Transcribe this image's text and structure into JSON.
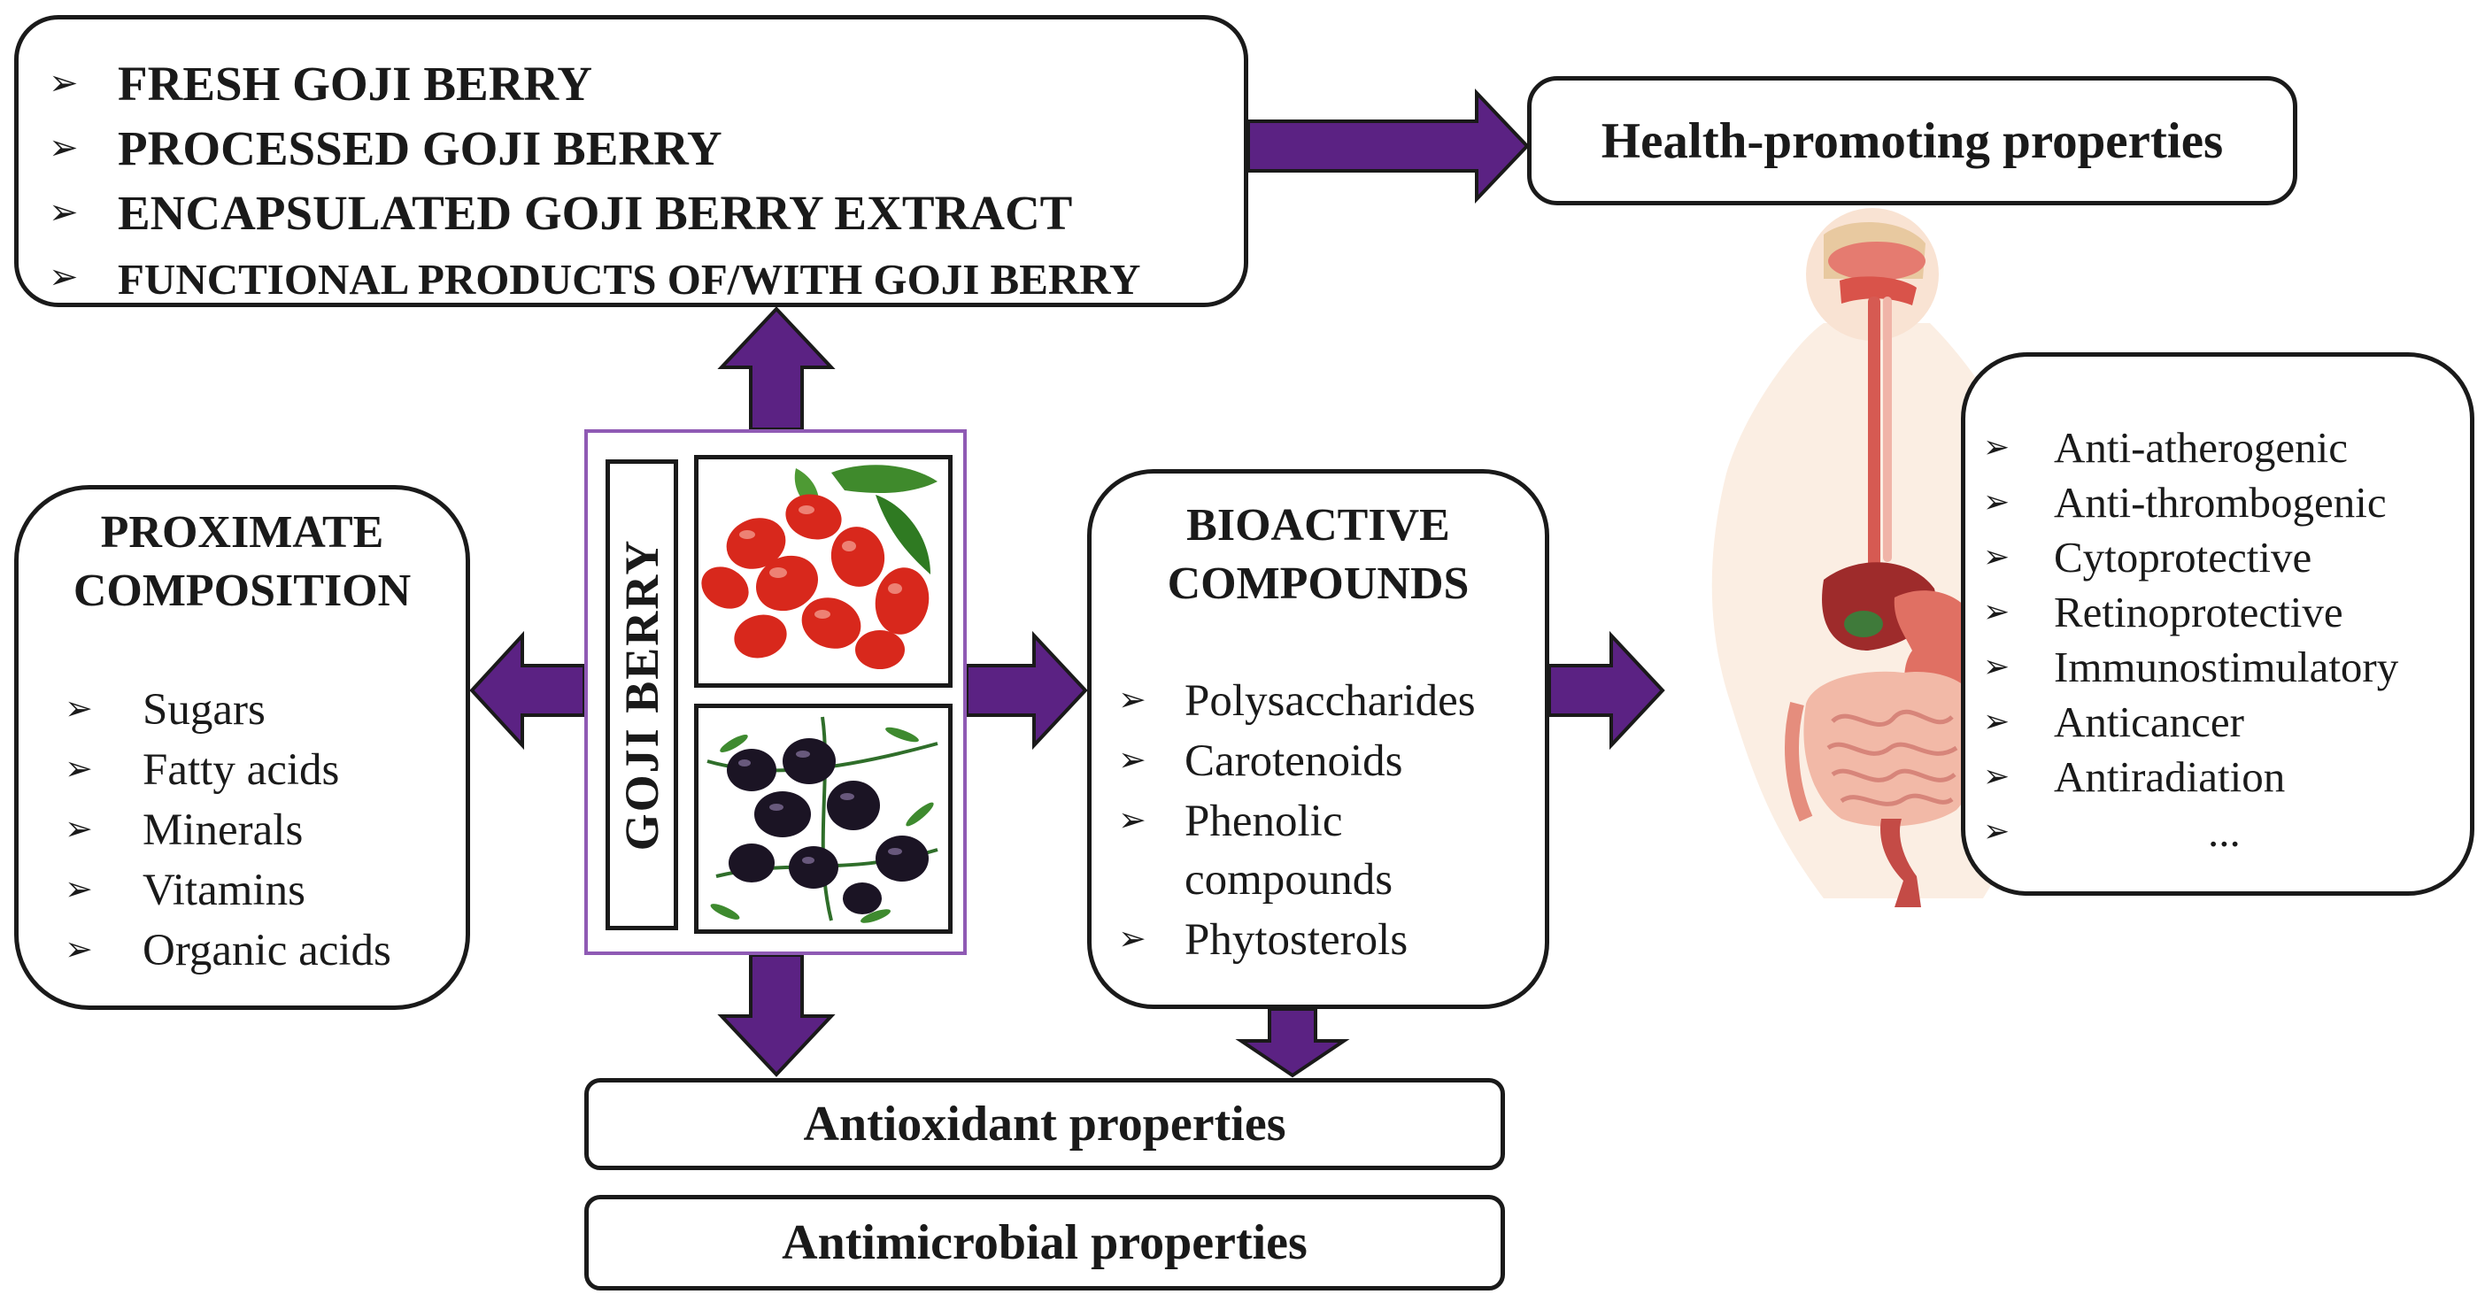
{
  "products": {
    "items": [
      "FRESH GOJI BERRY",
      "PROCESSED GOJI BERRY",
      "ENCAPSULATED GOJI BERRY EXTRACT",
      "FUNCTIONAL PRODUCTS OF/WITH GOJI BERRY"
    ]
  },
  "health": {
    "label": "Health-promoting properties"
  },
  "center": {
    "label": "GOJI BERRY"
  },
  "proximate": {
    "title_line1": "PROXIMATE",
    "title_line2": "COMPOSITION",
    "items": [
      "Sugars",
      "Fatty acids",
      "Minerals",
      "Vitamins",
      "Organic acids"
    ]
  },
  "bioactive": {
    "title_line1": "BIOACTIVE",
    "title_line2": "COMPOUNDS",
    "items": [
      "Polysaccharides",
      "Carotenoids",
      "Phenolic",
      "compounds",
      "Phytosterols"
    ]
  },
  "effects": {
    "items": [
      "Anti-atherogenic",
      "Anti-thrombogenic",
      "Cytoprotective",
      "Retinoprotective",
      "Immunostimulatory",
      "Anticancer",
      "Antiradiation"
    ],
    "ellipsis": "..."
  },
  "bottom": {
    "antioxidant": "Antioxidant properties",
    "antimicrobial": "Antimicrobial properties"
  },
  "colors": {
    "arrow_fill": "#5b2283",
    "frame_border": "#8f5ab4",
    "text": "#1a1a1a"
  },
  "icons": [
    "bullet-arrowhead-icon",
    "flow-arrow-icon",
    "human-digestive-system-icon"
  ]
}
